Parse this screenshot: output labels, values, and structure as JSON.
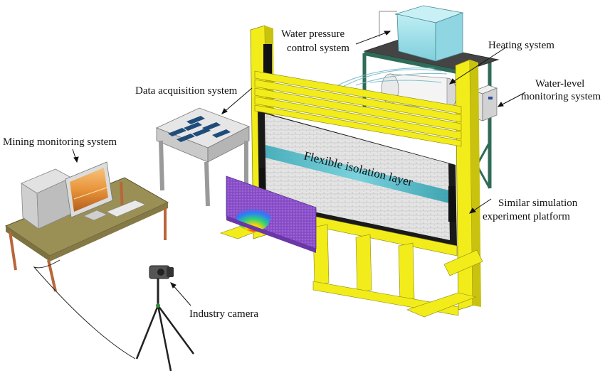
{
  "labels": {
    "water_pressure": [
      "Water pressure",
      "control system"
    ],
    "heating": "Heating system",
    "water_level": [
      "Water-level",
      "monitoring system"
    ],
    "data_acquisition": "Data acquisition system",
    "mining_monitoring": "Mining monitoring system",
    "flexible_layer": "Flexible isolation layer",
    "platform": [
      "Similar simulation",
      "experiment platform"
    ],
    "camera": "Industry camera"
  },
  "colors": {
    "frame_yellow": "#f2ec1a",
    "frame_shadow": "#c9c20f",
    "rack_green": "#2f6b56",
    "tank_cyan": "#a9e4ee",
    "table_wood": "#9a8f55",
    "layer_teal": "#3fb2c0",
    "panel_purple": "#8a4fc9",
    "screen_orange": "#e8943a",
    "box_gray": "#d8d8d8"
  }
}
